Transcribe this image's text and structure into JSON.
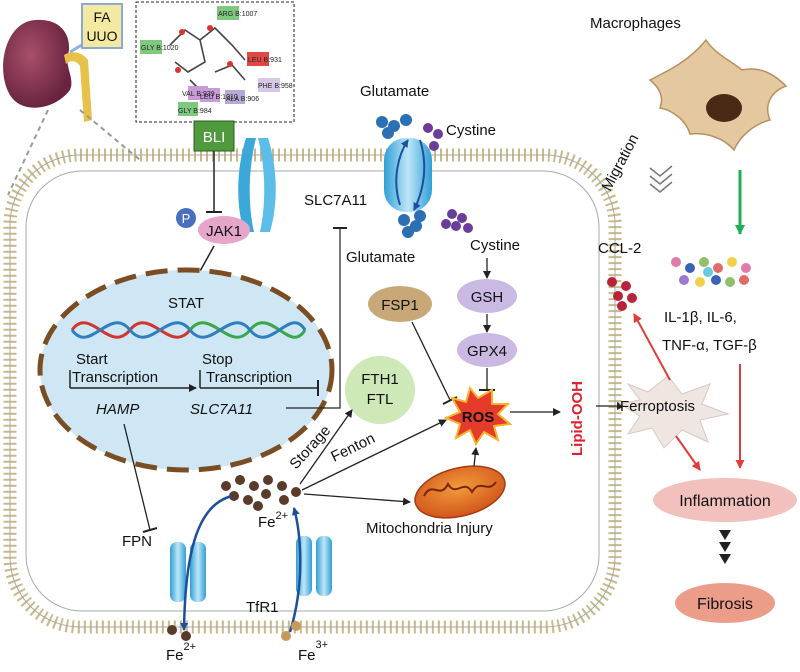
{
  "diagram": {
    "organ": {
      "tag_line1": "FA",
      "tag_line2": "UUO"
    },
    "docking": {
      "residues": [
        "ARG B:1007",
        "GLY B:1020",
        "LEU B:931",
        "VAL B:939",
        "LEU B:1010",
        "ALA B:906",
        "GLY B:984",
        "PHE B:958"
      ]
    },
    "drug": "BLI",
    "kinase": {
      "phospho": "P",
      "name": "JAK1"
    },
    "transporter": "SLC7A11",
    "glutamate_out": "Glutamate",
    "cystine_out": "Cystine",
    "glutamate_in": "Glutamate",
    "cystine_in": "Cystine",
    "nucleus": {
      "stat": "STAT",
      "start_line1": "Start",
      "start_line2": "Transcription",
      "stop_line1": "Stop",
      "stop_line2": "Transcription",
      "gene1": "HAMP",
      "gene2": "SLC7A11"
    },
    "nodes": {
      "fsp1": "FSP1",
      "gsh": "GSH",
      "gpx4": "GPX4",
      "fth1": "FTH1",
      "ftl": "FTL",
      "ros": "ROS",
      "lipid": "Lipid-OOH",
      "ferroptosis": "Ferroptosis",
      "inflammation": "Inflammation",
      "fibrosis": "Fibrosis"
    },
    "edge_labels": {
      "storage": "Storage",
      "fenton": "Fenton",
      "mito": "Mitochondria Injury"
    },
    "iron": {
      "fe2_in": "Fe",
      "fe2_in_sup": "2+",
      "fe2_out": "Fe",
      "fe2_out_sup": "2+",
      "fe3_out": "Fe",
      "fe3_out_sup": "3+",
      "fpn": "FPN",
      "tfr1": "TfR1"
    },
    "immune": {
      "macrophages": "Macrophages",
      "migration": "Migration",
      "ccl2": "CCL-2",
      "cytokines_line1": "IL-1β, IL-6,",
      "cytokines_line2": "TNF-α, TGF-β"
    },
    "colors": {
      "membrane": "#c9b98a",
      "cell_fill": "#ffffff",
      "nucleus_fill": "#cfe7f4",
      "nucleus_border": "#7a4e22",
      "drug_fill": "#4f9a3c",
      "jak1_fill": "#e6a6c9",
      "receptor": "#3aa8d8",
      "glutamate": "#2c6fb5",
      "cystine": "#6a3d9a",
      "fsp1_fill": "#c8a877",
      "gsh_fill": "#c9b9e3",
      "fth_fill": "#cfe8b7",
      "ros_fill": "#e53b2a",
      "lipid_text": "#e0202a",
      "ferro_fill": "#efe6e2",
      "inflam_fill": "#f2c0bd",
      "fibro_fill": "#ec9d8a",
      "iron": "#5a3a28",
      "green_arrow": "#1fae54",
      "red_arrow": "#e23b3b"
    }
  }
}
